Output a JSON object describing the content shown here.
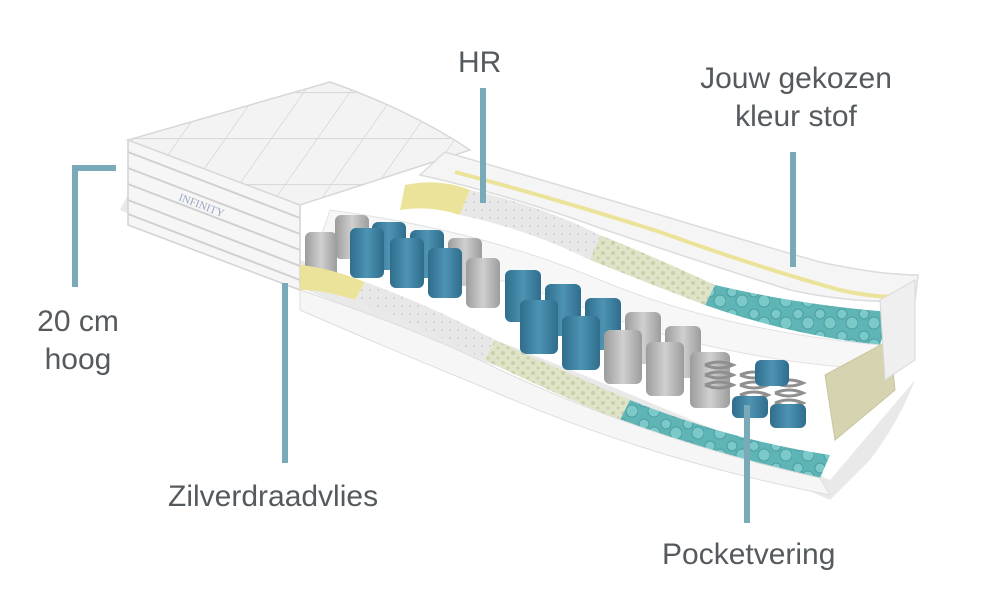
{
  "labels": {
    "hr": "HR",
    "fabric_line1": "Jouw gekozen",
    "fabric_line2": "kleur stof",
    "height_line1": "20 cm",
    "height_line2": "hoog",
    "silver": "Zilverdraadvlies",
    "pocket": "Pocketvering"
  },
  "brand_logo": "INFINITY",
  "colors": {
    "leader_line": "#7aa9b8",
    "text": "#555a5e",
    "spring_blue": "#3f7f9e",
    "spring_grey": "#b9b9b9",
    "teal_foam": "#6fc1c1",
    "latex_yellow": "#ece39a",
    "hr_foam": "#d9dcd0",
    "cover_white": "#f4f4f4"
  }
}
